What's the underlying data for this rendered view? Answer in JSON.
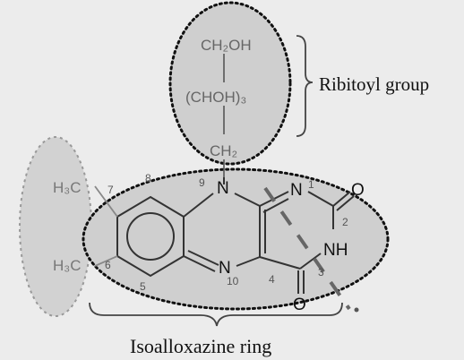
{
  "labels": {
    "ribitoyl_group": "Ribitoyl group",
    "isoalloxazine_ring": "Isoalloxazine ring"
  },
  "side_chain": {
    "top": "CH₂OH",
    "middle": "(CHOH)₃",
    "bottom": "CH₂"
  },
  "atoms": {
    "n9": "N",
    "n1": "N",
    "n5": "N",
    "nh": "NH",
    "o_top": "O",
    "o_bottom": "O",
    "methyl_top": "H₃C",
    "methyl_bottom": "H₃C"
  },
  "ring_numbers": {
    "p7": "7",
    "p8_top": "8",
    "p9": "9",
    "p1": "1",
    "p2": "2",
    "p3": "3",
    "p4": "4",
    "p10": "10",
    "p5": "5",
    "p6": "6"
  },
  "colors": {
    "background": "#ececec",
    "highlight": "#cfcfcf",
    "ink": "#1a1a1a",
    "faint_ink": "#8a8a8a"
  }
}
